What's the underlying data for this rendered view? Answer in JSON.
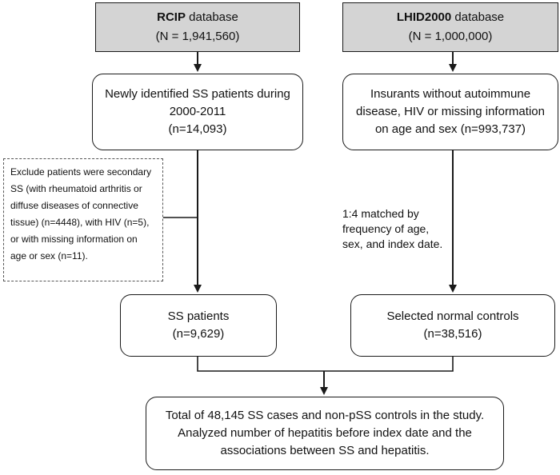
{
  "left_database": {
    "name": "RCIP",
    "suffix": " database",
    "count": "(N = 1,941,560)"
  },
  "right_database": {
    "name": "LHID2000",
    "suffix": " database",
    "count": "(N = 1,000,000)"
  },
  "newly_identified": {
    "lines": [
      "Newly identified SS patients during",
      "2000-2011",
      "(n=14,093)"
    ]
  },
  "insurants": {
    "lines": [
      "Insurants without autoimmune",
      "disease, HIV or missing information",
      "on age and sex (n=993,737)"
    ]
  },
  "exclusion": {
    "lines": [
      "Exclude patients were secondary",
      "SS (with rheumatoid arthritis or",
      "diffuse diseases of connective",
      "tissue) (n=4448), with HIV (n=5),",
      "or with missing information on",
      "age or sex (n=11)."
    ]
  },
  "matching_note": {
    "lines": [
      "1:4 matched by",
      "frequency of age,",
      "sex, and index date."
    ]
  },
  "ss_patients": {
    "lines": [
      "SS patients",
      "(n=9,629)"
    ]
  },
  "normal_controls": {
    "lines": [
      "Selected normal controls",
      "(n=38,516)"
    ]
  },
  "total": {
    "lines": [
      "Total of 48,145 SS cases and non-pSS controls in the study.",
      "Analyzed number of hepatitis before index date and the",
      "associations between SS and hepatitis."
    ]
  }
}
